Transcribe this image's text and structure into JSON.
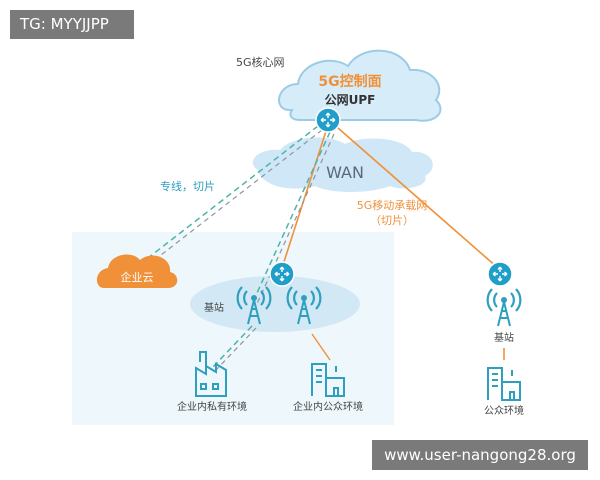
{
  "watermarks": {
    "top_left": "TG: MYYJJPP",
    "bottom_right": "www.user-nangong28.org"
  },
  "labels": {
    "core_net": "5G核心网",
    "control_plane": "5G控制面",
    "public_upf": "公网UPF",
    "wan": "WAN",
    "dedicated_line": "专线，切片",
    "bearer_net_line1": "5G移动承载网",
    "bearer_net_line2": "（切片）",
    "enterprise_cloud": "企业云",
    "base_station_left": "基站",
    "base_station_right": "基站",
    "enterprise_private_env": "企业内私有环境",
    "enterprise_public_env": "企业内公众环境",
    "public_env": "公众环境"
  },
  "colors": {
    "cloud_fill": "#d6edf9",
    "cloud_stroke": "#9ccbe6",
    "orange": "#f0913a",
    "teal": "#2e9fbf",
    "zone_fill": "#eef7fc",
    "ellipse_fill": "#d3e8f5",
    "dashed_teal": "#4cb3a9",
    "dashed_gray": "#8a96a0",
    "text_gray": "#444444",
    "router_fill": "#1f9ec9"
  },
  "icons": {
    "router": "router-icon",
    "antenna": "cell-tower-icon",
    "factory": "factory-icon",
    "building": "building-icon"
  }
}
